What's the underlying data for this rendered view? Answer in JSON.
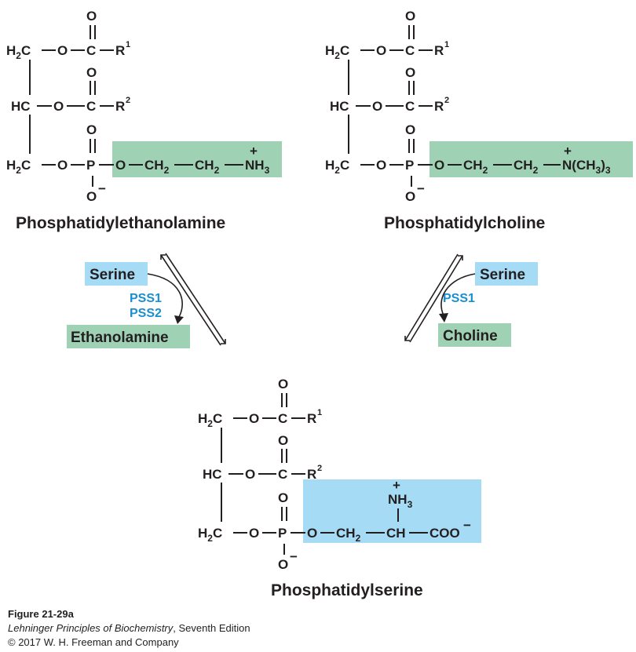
{
  "molecules": {
    "pe": {
      "name": "Phosphatidylethanolamine",
      "r1": "1",
      "r2": "2",
      "headgroup_color": "#9fd2b5"
    },
    "pc": {
      "name": "Phosphatidylcholine",
      "r1": "1",
      "r2": "2",
      "headgroup_color": "#9fd2b5"
    },
    "ps": {
      "name": "Phosphatidylserine",
      "r1": "1",
      "r2": "2",
      "headgroup_color": "#a6dbf5"
    }
  },
  "reactions": {
    "left": {
      "substrate": "Serine",
      "product": "Ethanolamine",
      "enzymes": [
        "PSS1",
        "PSS2"
      ]
    },
    "right": {
      "substrate": "Serine",
      "product": "Choline",
      "enzymes": [
        "PSS1"
      ]
    }
  },
  "colors": {
    "serine_box": "#a6dbf5",
    "green_box": "#9fd2b5",
    "enzyme_text": "#1a8fd0"
  },
  "caption": {
    "figure": "Figure 21-29a",
    "book": "Lehninger Principles of Biochemistry",
    "edition": ", Seventh Edition",
    "copyright": "© 2017 W. H. Freeman and Company"
  }
}
